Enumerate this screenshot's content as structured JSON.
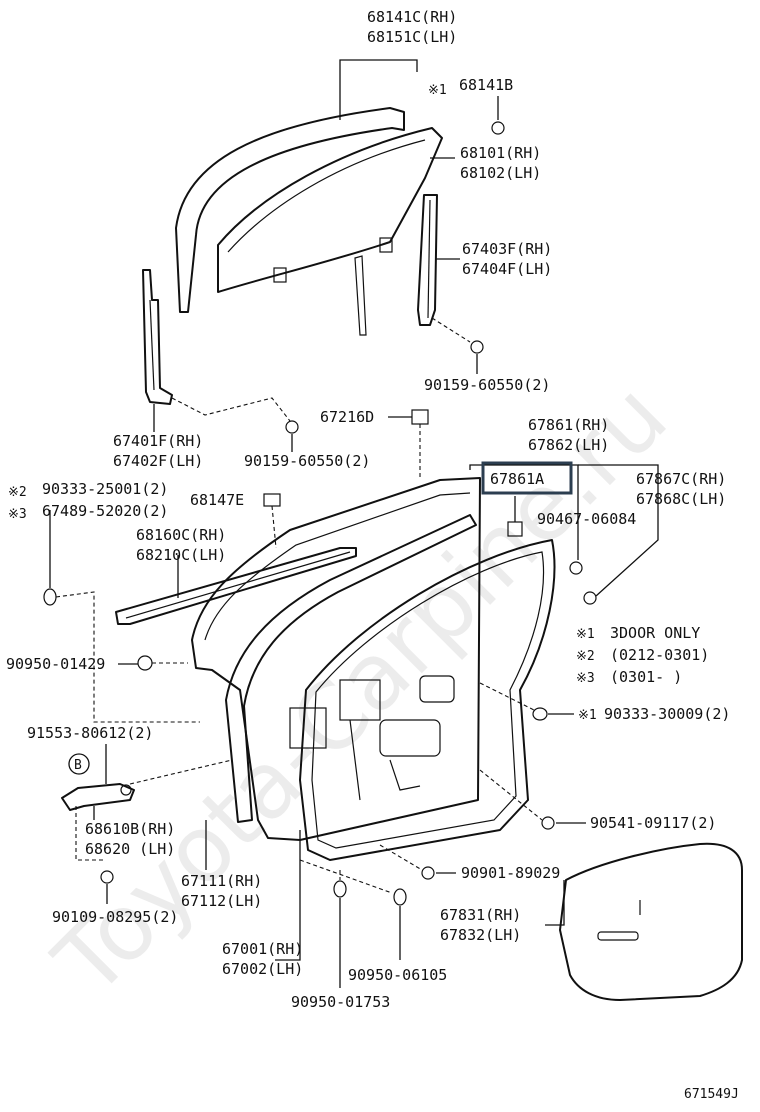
{
  "colors": {
    "line": "#111111",
    "highlight": "#2c3e50",
    "background": "#ffffff"
  },
  "watermark": "Toyota-Carpine.ru",
  "figure_id": "671549J",
  "notes": {
    "n1_mark": "※1",
    "n1_text": "3DOOR ONLY",
    "n2_mark": "※2",
    "n2_text": "(0212-0301)",
    "n3_mark": "※3",
    "n3_text": "(0301-       )"
  },
  "parts": {
    "p68141C": "68141C(RH)",
    "p68151C": "68151C(LH)",
    "p68141B_mark": "※1",
    "p68141B": "68141B",
    "p68101": "68101(RH)",
    "p68102": "68102(LH)",
    "p67403F": "67403F(RH)",
    "p67404F": "67404F(LH)",
    "p90159a": "90159-60550(2)",
    "p67401F": "67401F(RH)",
    "p67402F": "67402F(LH)",
    "p90159b": "90159-60550(2)",
    "p67216D": "67216D",
    "p67861": "67861(RH)",
    "p67862": "67862(LH)",
    "p67861A": "67861A",
    "p67867C": "67867C(RH)",
    "p67868C": "67868C(LH)",
    "p90467": "90467-06084",
    "p90333a_mark": "※2",
    "p90333a": "90333-25001(2)",
    "p67489_mark": "※3",
    "p67489": "67489-52020(2)",
    "p68147E": "68147E",
    "p68160C": "68160C(RH)",
    "p68210C": "68210C(LH)",
    "p90950a": "90950-01429",
    "p91553": "91553-80612(2)",
    "b_callout": "B",
    "p68610B": "68610B(RH)",
    "p68620": "68620  (LH)",
    "p90109": "90109-08295(2)",
    "p90333b_mark": "※1",
    "p90333b": "90333-30009(2)",
    "p90541": "90541-09117(2)",
    "p90901": "90901-89029",
    "p67111": "67111(RH)",
    "p67112": "67112(LH)",
    "p67831": "67831(RH)",
    "p67832": "67832(LH)",
    "p67001": "67001(RH)",
    "p67002": "67002(LH)",
    "p90950b": "90950-06105",
    "p90950c": "90950-01753"
  }
}
